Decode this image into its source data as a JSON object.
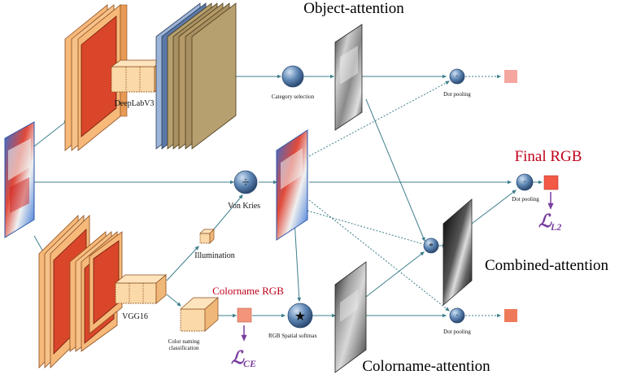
{
  "labels": {
    "object_attention": "Object-attention",
    "final_rgb": "Final RGB",
    "combined_attention": "Combined-attention",
    "colorname_attention": "Colorname-attention",
    "colorname_rgb": "Colorname RGB",
    "deeplab": "DeepLabV3",
    "vgg": "VGG16",
    "category_selection": "Category selection",
    "von_kries": "Von Kries",
    "illumination": "Illumination",
    "color_naming_1": "Color naming",
    "color_naming_2": "classification",
    "rgb_spatial_softmax": "RGB Spatial softmax",
    "dot_pooling_top": "Dot pooling",
    "dot_pooling_mid": "Dot pooling",
    "dot_pooling_bottom": "Dot pooling",
    "loss_l2_main": "ℒ",
    "loss_l2_sub": "L2",
    "loss_ce_main": "ℒ",
    "loss_ce_sub": "CE"
  },
  "operators": {
    "divide": "÷",
    "dot": "·",
    "star": "★",
    "multiply": "*"
  },
  "colors": {
    "title_red": "#c0001a",
    "loss_purple": "#7a3ea0",
    "arrow_teal": "#3f7f8c",
    "layer_orange": "#f6b97a",
    "layer_red": "#d9462a",
    "node_blue": "#5f87b5",
    "output_red": "#f25a45",
    "output_pink": "#f5a6a0"
  }
}
